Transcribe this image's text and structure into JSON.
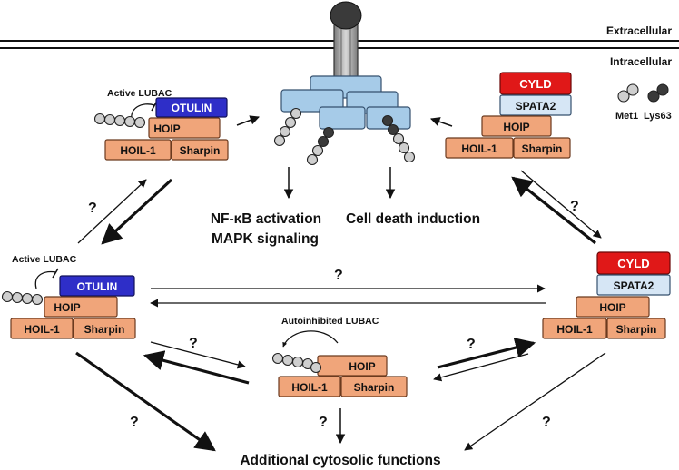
{
  "membrane": {
    "extracellular": "Extracellular",
    "intracellular": "Intracellular"
  },
  "legend": {
    "met1": "Met1",
    "lys63": "Lys63"
  },
  "labels": {
    "active_lubac": "Active LUBAC",
    "autoinhibited_lubac": "Autoinhibited LUBAC",
    "nfkb": "NF-κB activation",
    "mapk": "MAPK signaling",
    "cell_death": "Cell death induction",
    "additional": "Additional cytosolic functions",
    "question": "?"
  },
  "proteins": {
    "otulin": "OTULIN",
    "hoip": "HOIP",
    "hoil1": "HOIL-1",
    "sharpin": "Sharpin",
    "cyld": "CYLD",
    "spata2": "SPATA2"
  },
  "colors": {
    "lubac": "#f0a57a",
    "otulin": "#2e2ec8",
    "cyld": "#e01818",
    "spata2": "#d6e6f5",
    "receptor": "#a6cbe8",
    "met1": "#c8c8c8",
    "lys63": "#3a3a3a"
  }
}
